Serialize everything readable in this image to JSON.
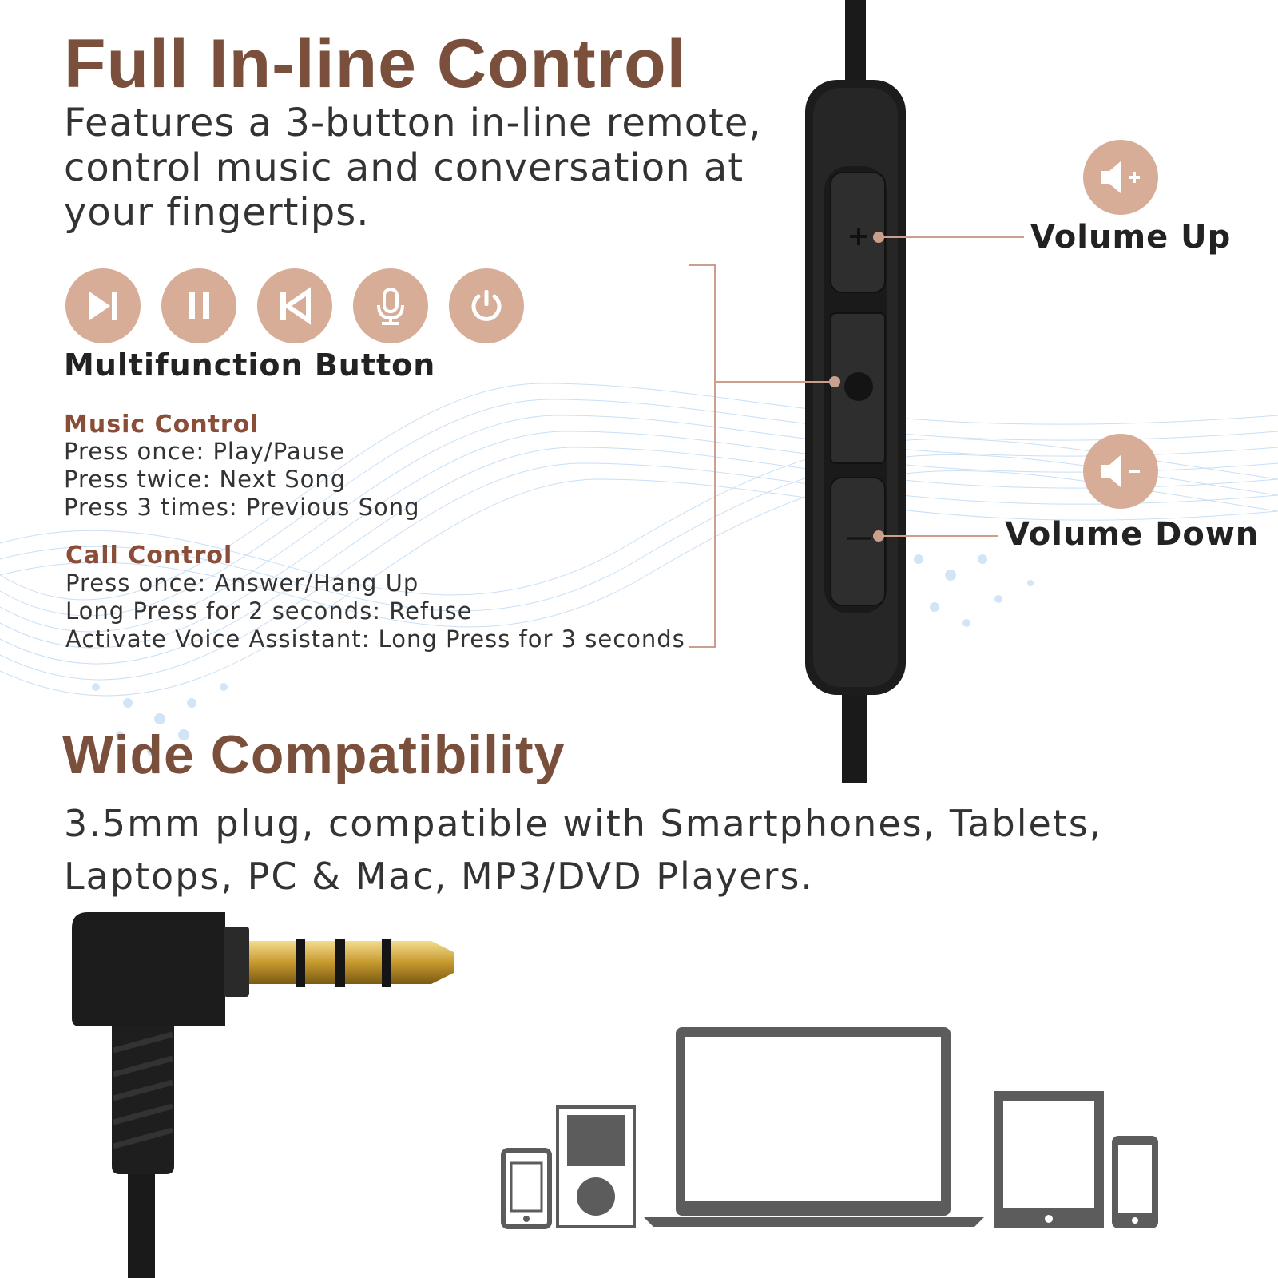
{
  "headline_1": "Full In-line Control",
  "subtitle_1": "Features a 3-button in-line remote, control music and conversation at your fingertips.",
  "multifunction_label": "Multifunction Button",
  "icons": [
    "next-track-icon",
    "pause-icon",
    "previous-track-icon",
    "microphone-icon",
    "power-icon"
  ],
  "music_control": {
    "heading": "Music Control",
    "lines": [
      "Press once: Play/Pause",
      "Press twice: Next Song",
      "Press 3 times: Previous Song"
    ]
  },
  "call_control": {
    "heading": "Call Control",
    "lines": [
      "Press once: Answer/Hang Up",
      "Long Press for 2 seconds: Refuse",
      "Activate Voice Assistant: Long Press for 3 seconds"
    ]
  },
  "volume_up": "Volume Up",
  "volume_down": "Volume Down",
  "headline_2": "Wide Compatibility",
  "subtitle_2": "3.5mm plug, compatible with Smartphones, Tablets, Laptops, PC & Mac, MP3/DVD Players.",
  "colors": {
    "accent": "#d7ad98",
    "heading": "#7a4f3c",
    "subheading": "#8a4e38",
    "device_gray": "#5c5c5c",
    "wave": "#8ab8e8"
  }
}
